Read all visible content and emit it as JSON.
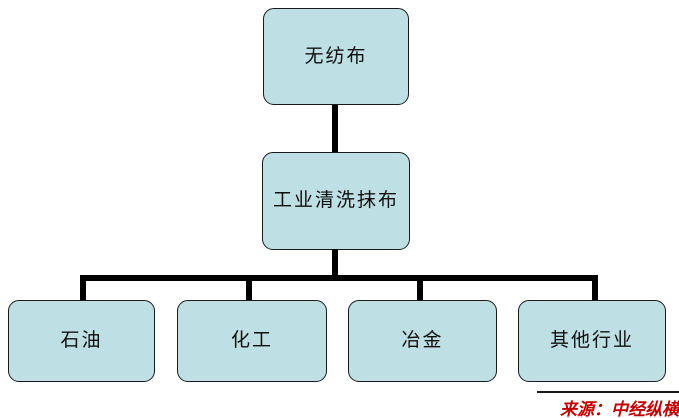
{
  "diagram": {
    "title_node": {
      "label": "无纺布"
    },
    "middle_node": {
      "label": "工业清洗抹布"
    },
    "leaf_nodes": [
      {
        "label": "石油"
      },
      {
        "label": "化工"
      },
      {
        "label": "冶金"
      },
      {
        "label": "其他行业"
      }
    ]
  },
  "source": {
    "text": "来源：中经纵横"
  },
  "colors": {
    "node_fill": "#BEDFE4",
    "node_border": "#1A1A1A",
    "connector": "#000000",
    "source_text": "#C00000",
    "background": "#FFFFFF"
  }
}
